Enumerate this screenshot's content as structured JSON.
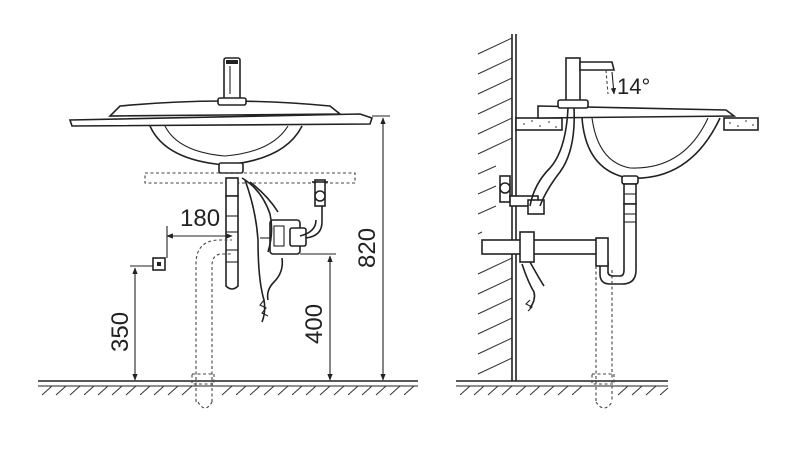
{
  "dimensions": {
    "spout_offset": "180",
    "outlet_height": "350",
    "drain_height": "400",
    "basin_height": "820",
    "spout_angle": "14°"
  }
}
